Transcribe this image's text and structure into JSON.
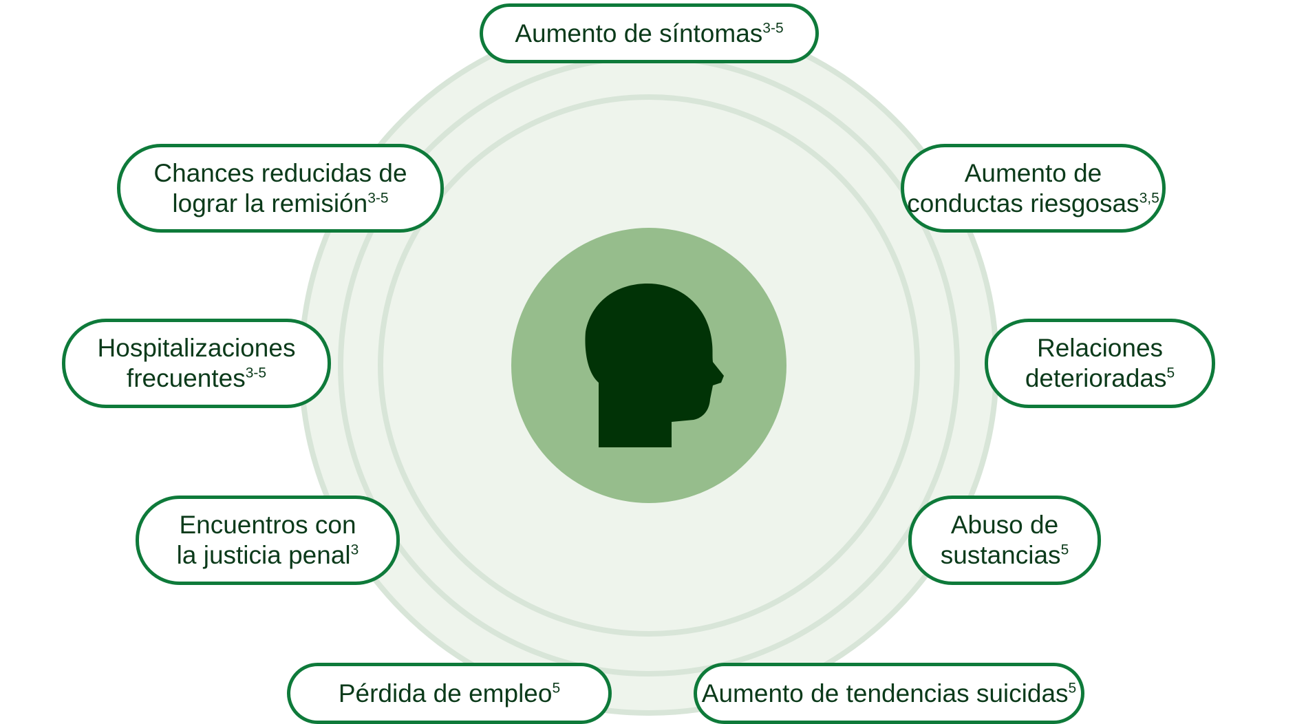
{
  "colors": {
    "pill_border": "#0e7a3a",
    "pill_text": "#0b3a1a",
    "ring_stroke": "#d8e5d8",
    "ring_fill": "#eef4ec",
    "center_circle": "#96bd8c",
    "head": "#013306"
  },
  "center": {
    "icon": "head-profile-icon"
  },
  "items": [
    {
      "key": "sintomas",
      "lines": [
        "Aumento de síntomas"
      ],
      "sup": "3-5"
    },
    {
      "key": "remision",
      "lines": [
        "Chances reducidas de",
        "lograr la remisión"
      ],
      "sup": "3-5"
    },
    {
      "key": "conductas",
      "lines": [
        "Aumento de",
        "conductas riesgosas"
      ],
      "sup": "3,5"
    },
    {
      "key": "hospitalizaciones",
      "lines": [
        "Hospitalizaciones",
        "frecuentes"
      ],
      "sup": "3-5"
    },
    {
      "key": "relaciones",
      "lines": [
        "Relaciones",
        "deterioradas"
      ],
      "sup": "5"
    },
    {
      "key": "justicia",
      "lines": [
        "Encuentros con",
        "la justicia penal"
      ],
      "sup": "3"
    },
    {
      "key": "sustancias",
      "lines": [
        "Abuso de",
        "sustancias"
      ],
      "sup": "5"
    },
    {
      "key": "empleo",
      "lines": [
        "Pérdida de empleo"
      ],
      "sup": "5"
    },
    {
      "key": "suicidas",
      "lines": [
        "Aumento de tendencias suicidas"
      ],
      "sup": "5"
    }
  ]
}
